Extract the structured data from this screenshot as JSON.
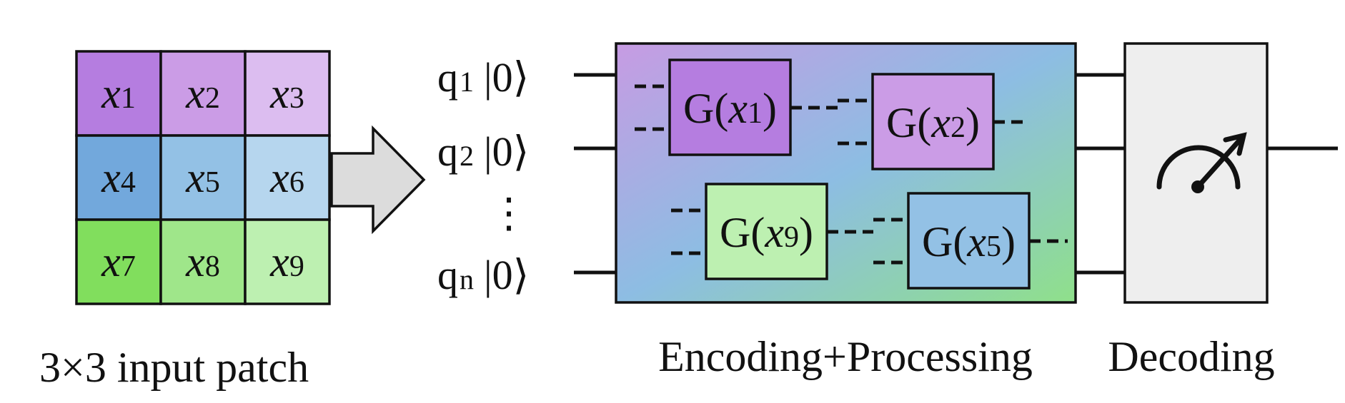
{
  "patch": {
    "caption": "3×3 input patch",
    "cells": [
      {
        "sym": "x",
        "sub": "1",
        "color": "#b57de0"
      },
      {
        "sym": "x",
        "sub": "2",
        "color": "#cb9ce6"
      },
      {
        "sym": "x",
        "sub": "3",
        "color": "#dcbdf0"
      },
      {
        "sym": "x",
        "sub": "4",
        "color": "#72a8dc"
      },
      {
        "sym": "x",
        "sub": "5",
        "color": "#93c1e5"
      },
      {
        "sym": "x",
        "sub": "6",
        "color": "#b6d6ee"
      },
      {
        "sym": "x",
        "sub": "7",
        "color": "#81de5d"
      },
      {
        "sym": "x",
        "sub": "8",
        "color": "#9fe68a"
      },
      {
        "sym": "x",
        "sub": "9",
        "color": "#bdf0b1"
      }
    ]
  },
  "arrow": {
    "color": "#dcdcdc"
  },
  "qubits": [
    {
      "name": "q",
      "sub": "1",
      "ket": "|0⟩"
    },
    {
      "name": "q",
      "sub": "2",
      "ket": "|0⟩"
    },
    {
      "name": "q",
      "sub": "n",
      "ket": "|0⟩"
    }
  ],
  "qubit_ellipsis": "⋮",
  "encoding_block": {
    "label": "Encoding+Processing",
    "gradient": [
      "#c79be3",
      "#8dbde3",
      "#8fe08a"
    ]
  },
  "gates": [
    {
      "prefix": "G(",
      "sym": "x",
      "sub": "1",
      "suffix": ")",
      "color": "#b57de0"
    },
    {
      "prefix": "G(",
      "sym": "x",
      "sub": "2",
      "suffix": ")",
      "color": "#cb9ce6"
    },
    {
      "prefix": "G(",
      "sym": "x",
      "sub": "9",
      "suffix": ")",
      "color": "#bdf0b1"
    },
    {
      "prefix": "G(",
      "sym": "x",
      "sub": "5",
      "suffix": ")",
      "color": "#93c1e5"
    }
  ],
  "decoding_block": {
    "label": "Decoding",
    "color": "#eeeeee",
    "icon": "measurement-meter-icon"
  }
}
